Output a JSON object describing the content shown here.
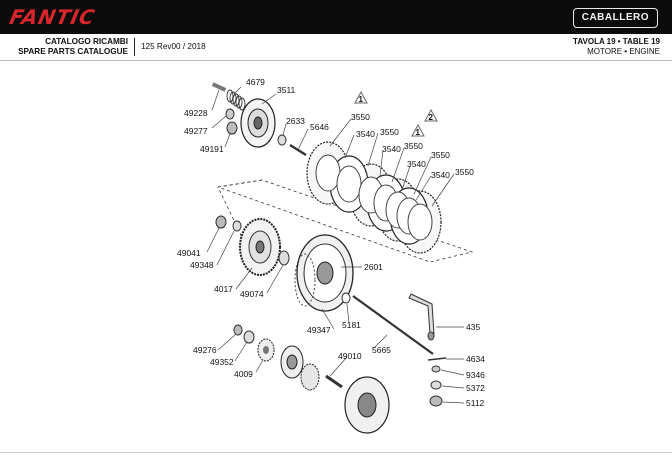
{
  "header": {
    "brand": "FANTIC",
    "model": "CABALLERO",
    "catalog_line1": "CATALOGO RICAMBI",
    "catalog_line2": "SPARE PARTS CATALOGUE",
    "revision": "125 Rev00 / 2018",
    "table_line1": "TAVOLA 19 • TABLE 19",
    "table_line2": "MOTORE • ENGINE"
  },
  "notes": [
    "1",
    "1",
    "2"
  ],
  "parts": {
    "p4679": "4679",
    "p3511": "3511",
    "p49228": "49228",
    "p49277": "49277",
    "p49191": "49191",
    "p2633": "2633",
    "p5646": "5646",
    "p3550a": "3550",
    "p3540a": "3540",
    "p3550b": "3550",
    "p3550c": "3550",
    "p3540b": "3540",
    "p3540c": "3540",
    "p3550d": "3550",
    "p3540d": "3540",
    "p3550e": "3550",
    "p49041": "49041",
    "p49348": "49348",
    "p4017": "4017",
    "p49074": "49074",
    "p2601": "2601",
    "p49347": "49347",
    "p5181": "5181",
    "p435": "435",
    "p49276": "49276",
    "p49352": "49352",
    "p4009": "4009",
    "p49010": "49010",
    "p5665": "5665",
    "p4634": "4634",
    "p9346": "9346",
    "p5372": "5372",
    "p5112": "5112"
  }
}
